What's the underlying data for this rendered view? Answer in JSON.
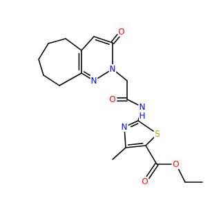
{
  "structure": {
    "colors": {
      "bond": "#000000",
      "O": "#ff0000",
      "N": "#0000ff",
      "S": "#b2b200",
      "background": "#ffffff"
    },
    "atoms": [
      {
        "id": "c1",
        "element": "C",
        "label": ""
      },
      {
        "id": "c2",
        "element": "C",
        "label": ""
      },
      {
        "id": "c3",
        "element": "C",
        "label": ""
      },
      {
        "id": "c4",
        "element": "C",
        "label": ""
      },
      {
        "id": "c5",
        "element": "C",
        "label": ""
      },
      {
        "id": "c6",
        "element": "C",
        "label": ""
      },
      {
        "id": "c7",
        "element": "C",
        "label": ""
      },
      {
        "id": "c8",
        "element": "C",
        "label": ""
      },
      {
        "id": "c9",
        "element": "C",
        "label": ""
      },
      {
        "id": "o1",
        "element": "O",
        "label": "O"
      },
      {
        "id": "n1",
        "element": "N",
        "label": "N"
      },
      {
        "id": "n2",
        "element": "N",
        "label": "N"
      },
      {
        "id": "c10",
        "element": "C",
        "label": ""
      },
      {
        "id": "c11",
        "element": "C",
        "label": ""
      },
      {
        "id": "o2",
        "element": "O",
        "label": "O"
      },
      {
        "id": "n3",
        "element": "N",
        "label": "N"
      },
      {
        "id": "h3",
        "element": "H",
        "label": "H"
      },
      {
        "id": "c12",
        "element": "C",
        "label": ""
      },
      {
        "id": "s1",
        "element": "S",
        "label": "S"
      },
      {
        "id": "c13",
        "element": "C",
        "label": ""
      },
      {
        "id": "c14",
        "element": "C",
        "label": ""
      },
      {
        "id": "n4",
        "element": "N",
        "label": "N"
      },
      {
        "id": "c15",
        "element": "C",
        "label": ""
      },
      {
        "id": "c16",
        "element": "C",
        "label": ""
      },
      {
        "id": "o3",
        "element": "O",
        "label": "O"
      },
      {
        "id": "o4",
        "element": "O",
        "label": "O"
      },
      {
        "id": "c17",
        "element": "C",
        "label": ""
      },
      {
        "id": "c18",
        "element": "C",
        "label": ""
      }
    ],
    "bonds": [
      {
        "a": "c1",
        "b": "c2",
        "order": 1
      },
      {
        "a": "c2",
        "b": "c3",
        "order": 1
      },
      {
        "a": "c3",
        "b": "c4",
        "order": 1
      },
      {
        "a": "c4",
        "b": "c5",
        "order": 1
      },
      {
        "a": "c5",
        "b": "c6",
        "order": 1
      },
      {
        "a": "c6",
        "b": "c7",
        "order": 1
      },
      {
        "a": "c7",
        "b": "c1",
        "order": 2
      },
      {
        "a": "c1",
        "b": "c8",
        "order": 1
      },
      {
        "a": "c8",
        "b": "c9",
        "order": 2
      },
      {
        "a": "c9",
        "b": "o1",
        "order": 2
      },
      {
        "a": "c9",
        "b": "n1",
        "order": 1
      },
      {
        "a": "n1",
        "b": "n2",
        "order": 1
      },
      {
        "a": "n2",
        "b": "c7",
        "order": 2
      },
      {
        "a": "n1",
        "b": "c10",
        "order": 1
      },
      {
        "a": "c10",
        "b": "c11",
        "order": 1
      },
      {
        "a": "c11",
        "b": "o2",
        "order": 2
      },
      {
        "a": "c11",
        "b": "n3",
        "order": 1
      },
      {
        "a": "n3",
        "b": "c12",
        "order": 1
      },
      {
        "a": "c12",
        "b": "s1",
        "order": 1
      },
      {
        "a": "s1",
        "b": "c13",
        "order": 1
      },
      {
        "a": "c13",
        "b": "c14",
        "order": 2
      },
      {
        "a": "c14",
        "b": "n4",
        "order": 1
      },
      {
        "a": "n4",
        "b": "c12",
        "order": 2
      },
      {
        "a": "c14",
        "b": "c15",
        "order": 1
      },
      {
        "a": "c13",
        "b": "c16",
        "order": 1
      },
      {
        "a": "c16",
        "b": "o3",
        "order": 2
      },
      {
        "a": "c16",
        "b": "o4",
        "order": 1
      },
      {
        "a": "o4",
        "b": "c17",
        "order": 1
      },
      {
        "a": "c17",
        "b": "c18",
        "order": 1
      }
    ]
  }
}
